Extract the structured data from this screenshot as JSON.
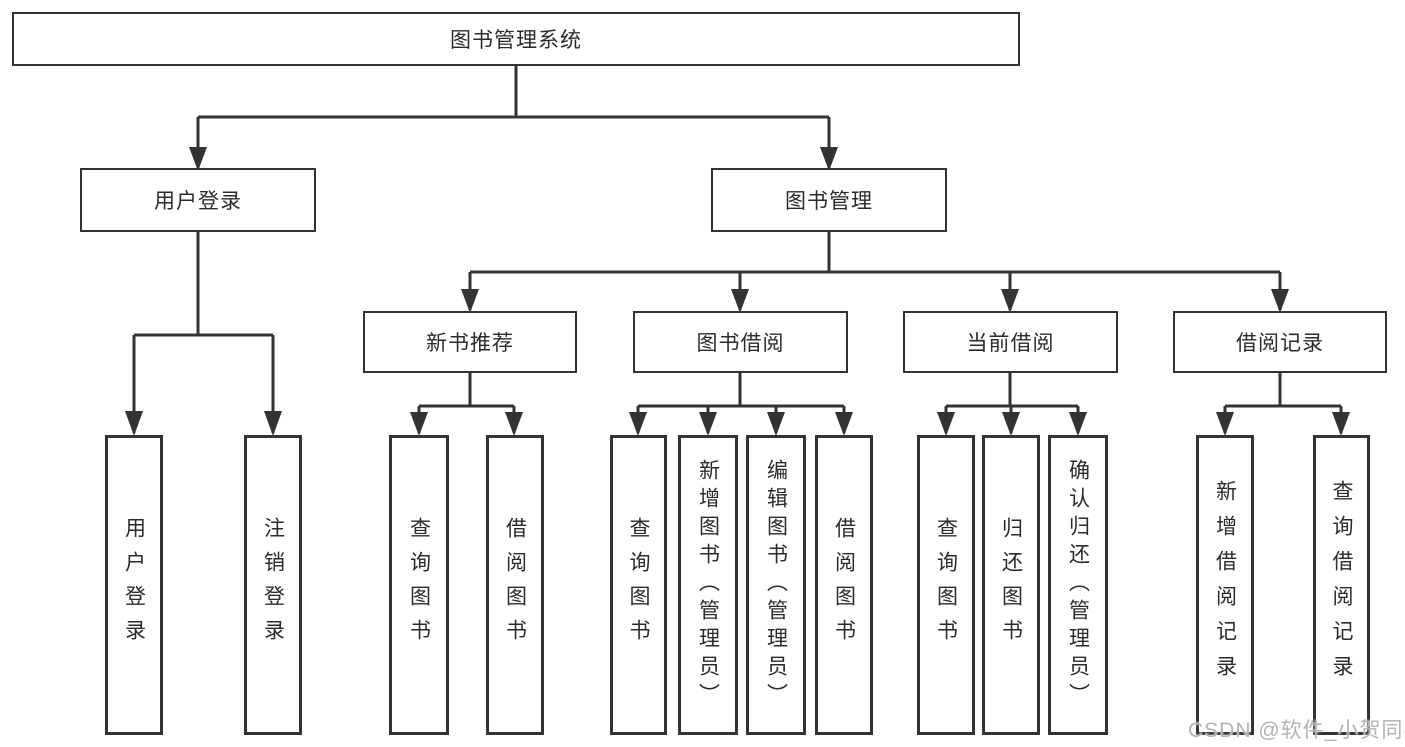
{
  "diagram": {
    "root": {
      "label": "图书管理系统",
      "children": [
        {
          "label": "用户登录",
          "children": [
            {
              "label": "用户登录"
            },
            {
              "label": "注销登录"
            }
          ]
        },
        {
          "label": "图书管理",
          "children": [
            {
              "label": "新书推荐",
              "children": [
                {
                  "label": "查询图书"
                },
                {
                  "label": "借阅图书"
                }
              ]
            },
            {
              "label": "图书借阅",
              "children": [
                {
                  "label": "查询图书"
                },
                {
                  "label": "新增图书（管理员）"
                },
                {
                  "label": "编辑图书（管理员）"
                },
                {
                  "label": "借阅图书"
                }
              ]
            },
            {
              "label": "当前借阅",
              "children": [
                {
                  "label": "查询图书"
                },
                {
                  "label": "归还图书"
                },
                {
                  "label": "确认归还（管理员）"
                }
              ]
            },
            {
              "label": "借阅记录",
              "children": [
                {
                  "label": "新增借阅记录"
                },
                {
                  "label": "查询借阅记录"
                }
              ]
            }
          ]
        }
      ]
    },
    "colors": {
      "line": "#333333",
      "box_border": "#333333",
      "box_fill": "#ffffff",
      "text": "#2b2b2b"
    }
  },
  "watermark": {
    "text": "CSDN @软件_小贺同学",
    "color": "#b3b3b3"
  }
}
